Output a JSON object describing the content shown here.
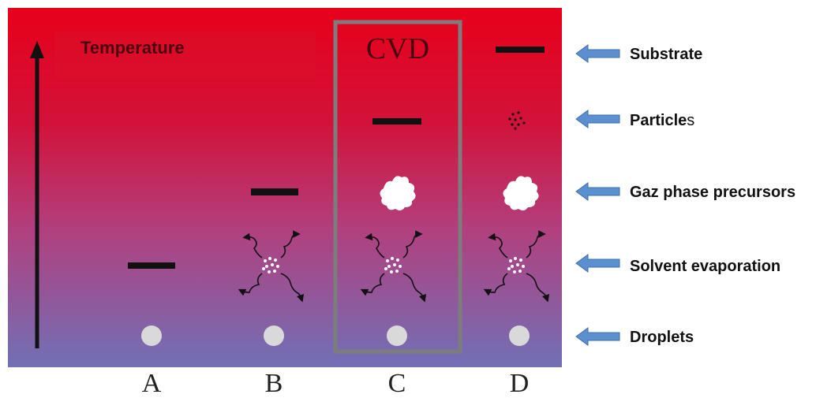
{
  "colors": {
    "gradient_top": "#e8001a",
    "gradient_middle": "#b43a7a",
    "gradient_bottom": "#6f6fb4",
    "arrow_fill": "#5b8fd0",
    "cvd_frame": "#7d7d7d",
    "droplet": "#d9d9d9"
  },
  "title": {
    "temperature": "Temperature"
  },
  "cvd_label": "CVD",
  "stages": {
    "substrate": "Substrate",
    "particles_main": "Particle",
    "particles_suffix": "s",
    "gaz_phase": "Gaz phase precursors",
    "solvent": "Solvent evaporation",
    "droplets": "Droplets"
  },
  "columns": [
    "A",
    "B",
    "C",
    "D"
  ]
}
